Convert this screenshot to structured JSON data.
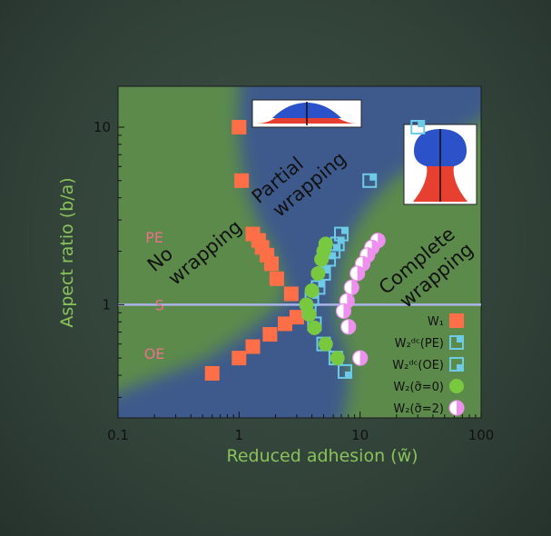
{
  "chart_data": {
    "type": "scatter",
    "xlabel": "Reduced adhesion (w̃)",
    "ylabel": "Aspect ratio (b/a)",
    "xscale": "log",
    "yscale": "log",
    "xlim": [
      0.1,
      100
    ],
    "ylim": [
      0.23,
      17
    ],
    "xticks": [
      {
        "value": 0.1,
        "label": "0.1"
      },
      {
        "value": 1,
        "label": "1"
      },
      {
        "value": 10,
        "label": "10"
      },
      {
        "value": 100,
        "label": "100"
      }
    ],
    "yticks": [
      {
        "value": 1,
        "label": "1"
      },
      {
        "value": 10,
        "label": "10"
      }
    ],
    "reference_line": {
      "y": 1,
      "color": "#aab4e8"
    },
    "regions": [
      {
        "name": "no-wrapping",
        "label": "No wrapping",
        "color": "#5c8a4c"
      },
      {
        "name": "partial-wrapping",
        "label": "Partial wrapping",
        "color": "#3e5a8c"
      },
      {
        "name": "complete-wrapping",
        "label": "Complete wrapping",
        "color": "#5c8a4c"
      }
    ],
    "shape_labels": [
      {
        "text": "PE",
        "x": 0.2,
        "y": 2.4
      },
      {
        "text": "S",
        "x": 0.22,
        "y": 1.0
      },
      {
        "text": "OE",
        "x": 0.2,
        "y": 0.53
      }
    ],
    "legend_position": "bottom-right",
    "series": [
      {
        "name": "W₁",
        "marker": "square-filled",
        "color": "#ff6f47",
        "points": [
          [
            1,
            10
          ],
          [
            1.05,
            5
          ],
          [
            1.3,
            2.5
          ],
          [
            1.45,
            2.3
          ],
          [
            1.55,
            2.1
          ],
          [
            1.7,
            1.9
          ],
          [
            1.85,
            1.7
          ],
          [
            2.05,
            1.4
          ],
          [
            2.7,
            1.15
          ],
          [
            3,
            0.85
          ],
          [
            2.4,
            0.78
          ],
          [
            1.8,
            0.68
          ],
          [
            1.3,
            0.58
          ],
          [
            1,
            0.5
          ],
          [
            0.6,
            0.41
          ]
        ]
      },
      {
        "name": "W₂ᵈᶜ(PE)",
        "marker": "square-open-corner",
        "color": "#6ecbe8",
        "points": [
          [
            30,
            10
          ],
          [
            12,
            5
          ],
          [
            7,
            2.5
          ],
          [
            6.5,
            2.2
          ],
          [
            6,
            2.0
          ],
          [
            5.5,
            1.8
          ],
          [
            5,
            1.5
          ],
          [
            4.5,
            1.25
          ],
          [
            4,
            1.08
          ]
        ]
      },
      {
        "name": "W₂ᵈᶜ(OE)",
        "marker": "square-open-corner-lower",
        "color": "#6ecbe8",
        "points": [
          [
            3.8,
            0.92
          ],
          [
            4.2,
            0.78
          ],
          [
            5,
            0.6
          ],
          [
            6.3,
            0.5
          ],
          [
            7.5,
            0.42
          ]
        ]
      },
      {
        "name": "W₂(σ̃=0)",
        "marker": "circle-filled",
        "color": "#78c840",
        "points": [
          [
            5.2,
            2.2
          ],
          [
            5,
            2.0
          ],
          [
            4.8,
            1.8
          ],
          [
            4.5,
            1.5
          ],
          [
            4,
            1.2
          ],
          [
            3.6,
            1.0
          ],
          [
            3.8,
            0.88
          ],
          [
            4.2,
            0.74
          ],
          [
            5.2,
            0.6
          ],
          [
            6.5,
            0.5
          ]
        ]
      },
      {
        "name": "W₂(σ̃=2)",
        "marker": "circle-half",
        "color": "#ee90ee",
        "points": [
          [
            14,
            2.3
          ],
          [
            12.5,
            2.1
          ],
          [
            11.5,
            1.9
          ],
          [
            10.5,
            1.7
          ],
          [
            9.5,
            1.5
          ],
          [
            8.5,
            1.25
          ],
          [
            7.8,
            1.05
          ],
          [
            7.3,
            0.92
          ],
          [
            8,
            0.75
          ],
          [
            10,
            0.5
          ]
        ]
      }
    ]
  }
}
